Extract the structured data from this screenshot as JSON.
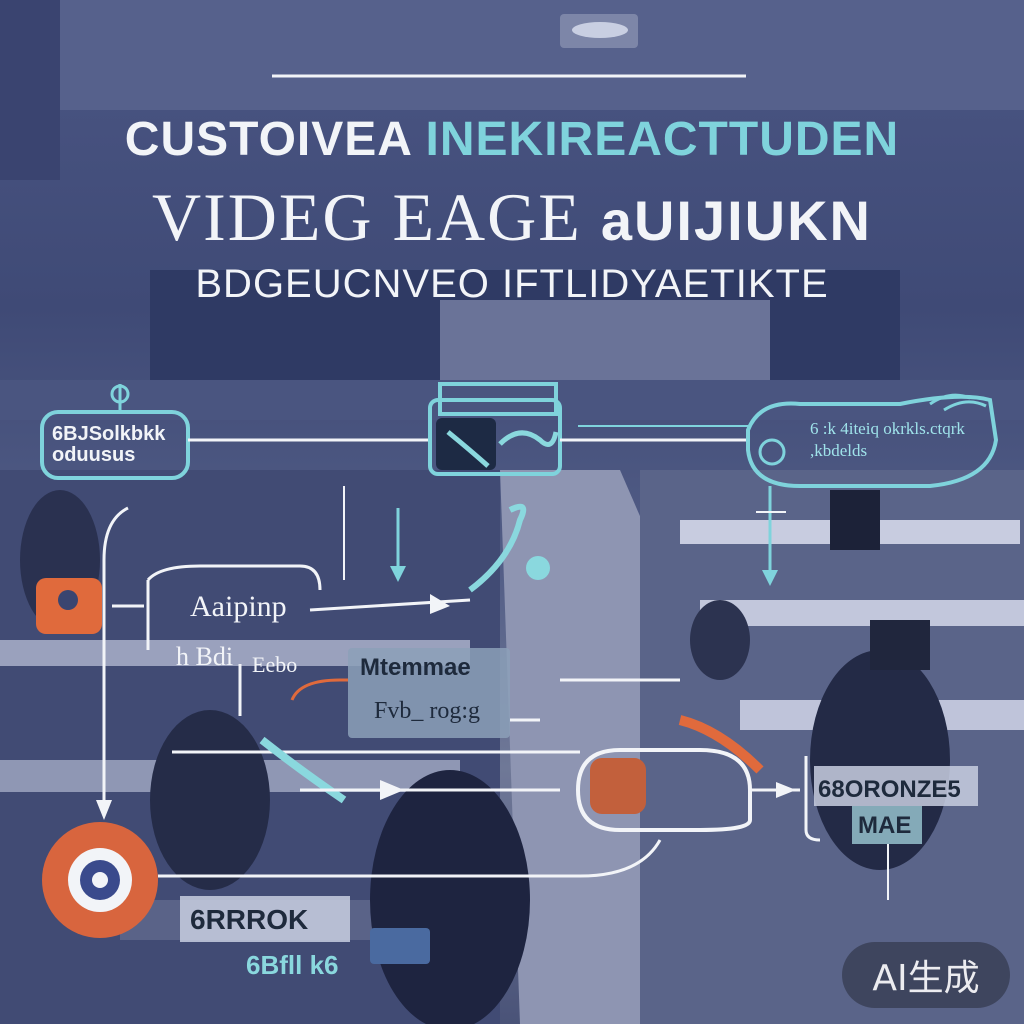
{
  "headline": {
    "line1_part1": "CUSTOIVEA",
    "line1_part2": "INEKIREACTTUDEN",
    "line2_part1": "VIDEG EAGE",
    "line2_part2": "aUIJIUKN",
    "line3": "BDGEUCNVEO IFTLIDYAETIKTE"
  },
  "diagram": {
    "box_top_left": "6BJSolkbkk oduusus",
    "label_a1": "Aaipinp",
    "label_a2": "h Bdi",
    "label_a3": "Eebo",
    "box_mid_1": "Mtemmae",
    "box_mid_2": "Fvb_ rog:g",
    "right_icon_text": "6 :k 4iteiq okrkls.ctqrk ,kbdelds",
    "right_label_1": "68ORONZE5",
    "right_label_2": "MAE",
    "bottom_label_1": "6RRROK",
    "bottom_label_2": "6Bfll k6"
  },
  "watermark": {
    "text": "AI生成"
  },
  "colors": {
    "accent_cyan": "#7fd3dc",
    "accent_orange": "#e06a3c",
    "line_white": "#f2f4f8",
    "background": "#3f4a76"
  }
}
